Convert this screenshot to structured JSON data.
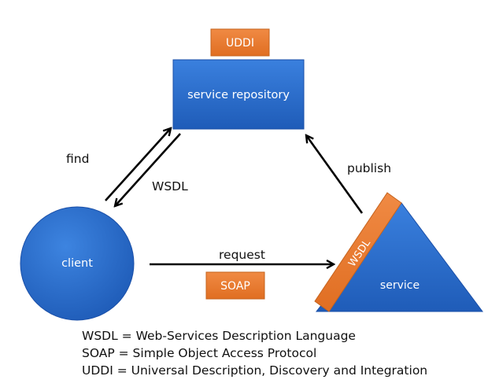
{
  "nodes": {
    "repository_label": "service repository",
    "client_label": "client",
    "service_label": "service"
  },
  "tags": {
    "uddi": "UDDI",
    "soap": "SOAP",
    "wsdl_on_service": "WSDL"
  },
  "edge_labels": {
    "find": "find",
    "wsdl": "WSDL",
    "publish": "publish",
    "request": "request"
  },
  "legend": [
    "WSDL = Web-Services Description Language",
    "SOAP = Simple Object Access Protocol",
    "UDDI = Universal Description, Discovery and Integration"
  ],
  "colors": {
    "node_blue": "#2f73d4",
    "node_blue_dark": "#1a4fa8",
    "tag_orange": "#ed7d31",
    "tag_orange_dark": "#c5631e",
    "arrow": "#000000"
  }
}
